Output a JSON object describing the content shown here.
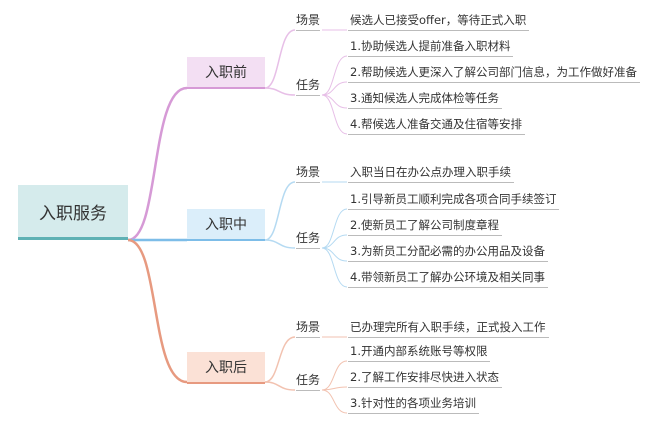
{
  "root": {
    "label": "入职服务"
  },
  "stages": [
    {
      "label": "入职前",
      "color": "#d69ad6",
      "scene_label": "场景",
      "scene": "候选人已接受offer，等待正式入职",
      "tasks_label": "任务",
      "tasks": [
        "1.协助候选人提前准备入职材料",
        "2.帮助候选人更深入了解公司部门信息，为工作做好准备",
        "3.通知候选人完成体检等任务",
        "4.帮候选人准备交通及住宿等安排"
      ]
    },
    {
      "label": "入职中",
      "color": "#7dbde8",
      "scene_label": "场景",
      "scene": "入职当日在办公点办理入职手续",
      "tasks_label": "任务",
      "tasks": [
        "1.引导新员工顺利完成各项合同手续签订",
        "2.使新员工了解公司制度章程",
        "3.为新员工分配必需的办公用品及设备",
        "4.带领新员工了解办公环境及相关同事"
      ]
    },
    {
      "label": "入职后",
      "color": "#e79a80",
      "scene_label": "场景",
      "scene": "已办理完所有入职手续，正式投入工作",
      "tasks_label": "任务",
      "tasks": [
        "1.开通内部系统账号等权限",
        "2.了解工作安排尽快进入状态",
        "3.针对性的各项业务培训"
      ]
    }
  ]
}
